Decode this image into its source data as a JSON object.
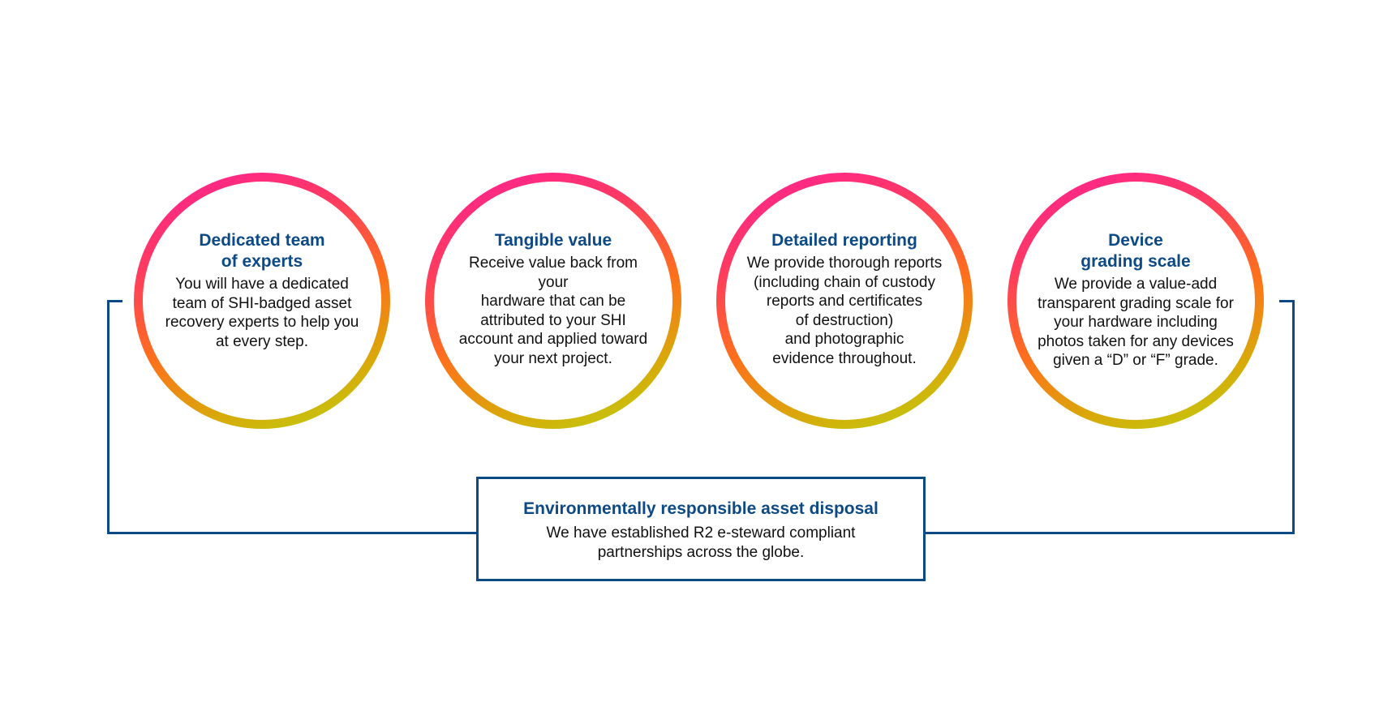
{
  "steps": [
    {
      "title": "Dedicated team\nof experts",
      "body": "You will have a dedicated\nteam of SHI-badged asset\nrecovery experts to help you\nat every step."
    },
    {
      "title": "Tangible value",
      "body": "Receive value back from your\nhardware that can be\nattributed to your SHI\naccount and applied toward\nyour next project."
    },
    {
      "title": "Detailed reporting",
      "body": "We provide thorough reports\n(including chain of custody\nreports and certificates\nof destruction)\nand photographic\nevidence throughout."
    },
    {
      "title": "Device\ngrading scale",
      "body": "We provide a value-add\ntransparent grading scale for\nyour hardware including\nphotos taken for any devices\ngiven a “D” or “F” grade."
    }
  ],
  "disposal": {
    "title": "Environmentally responsible asset disposal",
    "body": "We have established R2 e-steward compliant\npartnerships across the globe."
  },
  "colors": {
    "title_blue": "#0d4a85",
    "ring_gradient": [
      "#ff1e99",
      "#ff3a62",
      "#ff6f1c",
      "#d9a80a",
      "#b9d40e"
    ]
  }
}
